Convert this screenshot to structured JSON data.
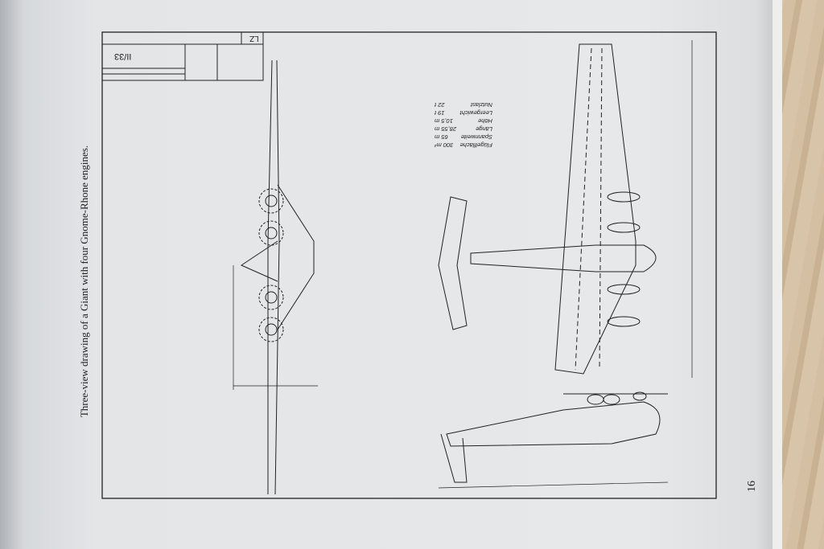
{
  "caption": "Three-view drawing of a Giant with four Gnome-Rhone engines.",
  "page_number": "16",
  "title_block": {
    "sheet": "II/33",
    "code": "LZ"
  },
  "specs": [
    {
      "label": "Flügelfläche",
      "value": "300 m²"
    },
    {
      "label": "Spannweite",
      "value": "65 m"
    },
    {
      "label": "Länge",
      "value": "28,55 m"
    },
    {
      "label": "Höhe",
      "value": "10,5 m"
    },
    {
      "label": "Leergewicht",
      "value": "19 t"
    },
    {
      "label": "Nutzlast",
      "value": "22 t"
    }
  ]
}
